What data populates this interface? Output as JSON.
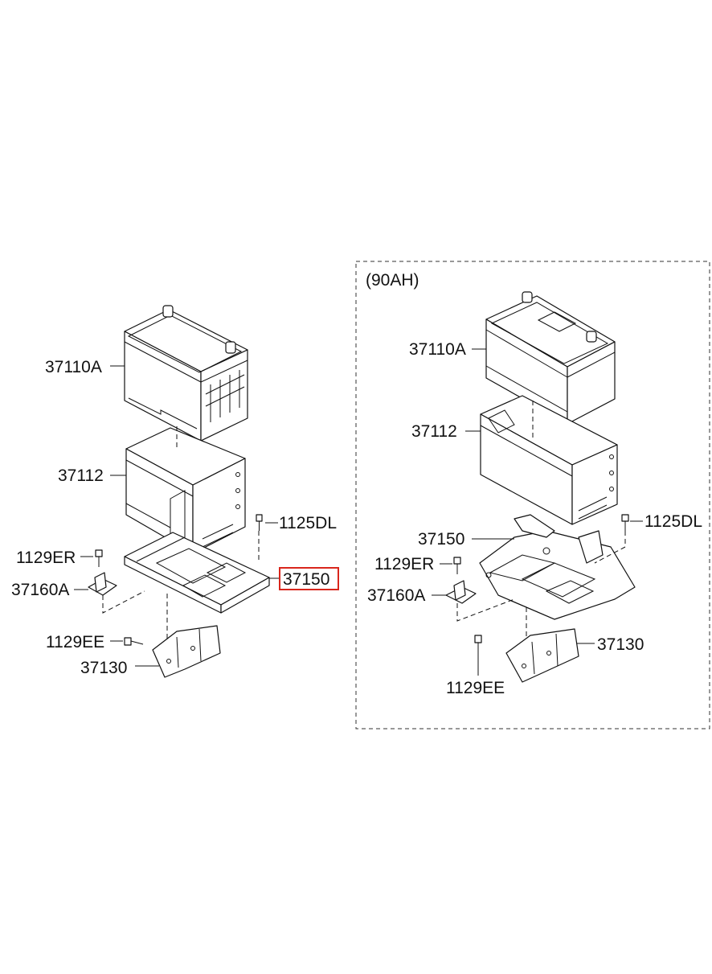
{
  "left_group": {
    "labels": {
      "battery": "37110A",
      "insulator": "37112",
      "tray": "37150",
      "bolt_top": "1125DL",
      "bolt_er": "1129ER",
      "clamp": "37160A",
      "bolt_ee": "1129EE",
      "bracket": "37130"
    },
    "highlighted_part": "37150"
  },
  "right_group": {
    "title": "(90AH)",
    "labels": {
      "battery": "37110A",
      "insulator": "37112",
      "tray": "37150",
      "bolt_top": "1125DL",
      "bolt_er": "1129ER",
      "clamp": "37160A",
      "bolt_ee": "1129EE",
      "bracket": "37130"
    }
  },
  "colors": {
    "highlight": "#d9261c",
    "line": "#111111"
  }
}
